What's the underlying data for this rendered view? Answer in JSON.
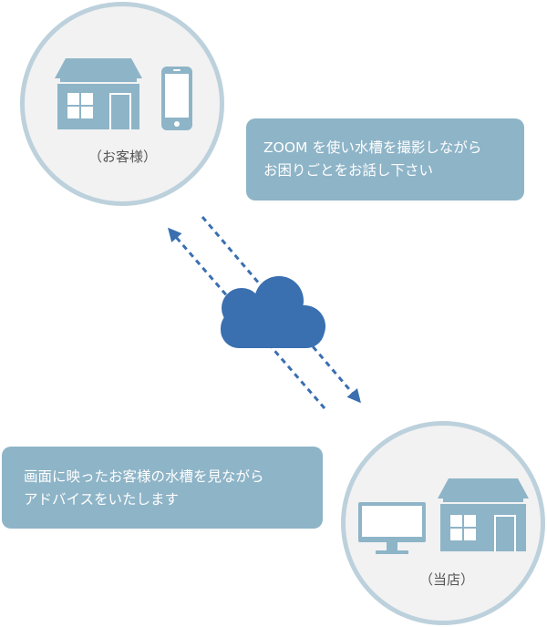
{
  "customer": {
    "label": "（お客様）",
    "icons": [
      "house-icon",
      "smartphone-icon"
    ]
  },
  "shop": {
    "label": "（当店）",
    "icons": [
      "monitor-icon",
      "house-icon"
    ]
  },
  "messages": {
    "customer_instruction": {
      "line1": "ZOOM を使い水槽を撮影しながら",
      "line2": "お困りごとをお話し下さい"
    },
    "shop_response": {
      "line1": "画面に映ったお客様の水槽を見ながら",
      "line2": "アドバイスをいたします"
    }
  },
  "colors": {
    "icon": "#8eb4c7",
    "circle_border": "#bcd1dc",
    "circle_fill": "#f2f2f3",
    "bubble": "#8eb4c7",
    "cloud": "#3a6fb0",
    "arrow": "#3a6fb0"
  }
}
